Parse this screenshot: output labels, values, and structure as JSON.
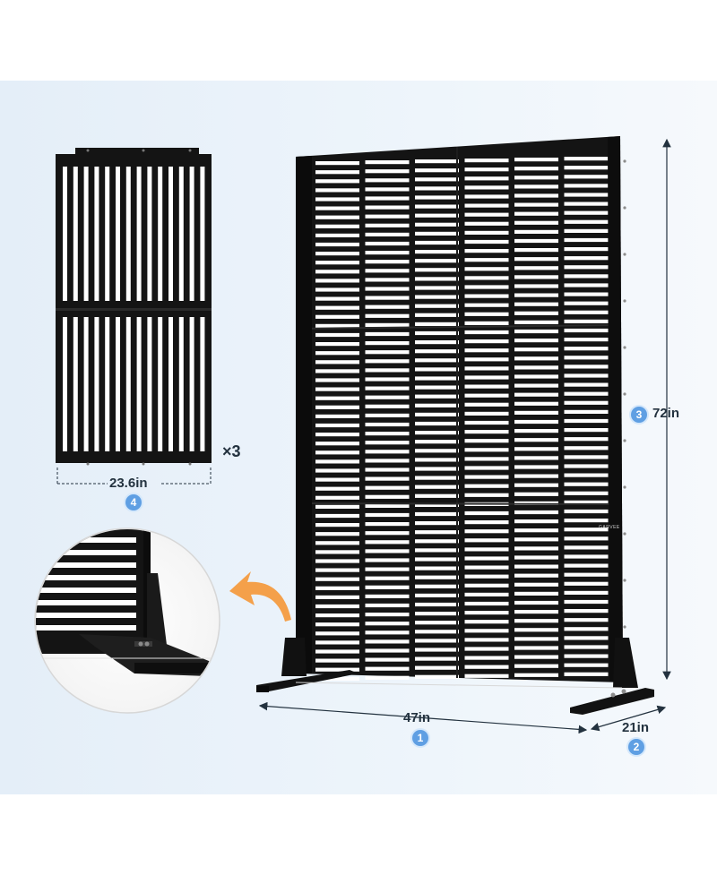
{
  "product": {
    "brand": "GARVEE"
  },
  "panel": {
    "quantity": "×3",
    "width": "23.6in",
    "badge": "4"
  },
  "dimensions": {
    "height": {
      "value": "72in",
      "badge": "3"
    },
    "width": {
      "value": "47in",
      "badge": "1"
    },
    "depth": {
      "value": "21in",
      "badge": "2"
    }
  },
  "colors": {
    "background": "#e9f2fa",
    "metal": "#141414",
    "accent": "#5f9fe3",
    "arrow": "#f4a04a",
    "dimension_line": "#23323f"
  }
}
